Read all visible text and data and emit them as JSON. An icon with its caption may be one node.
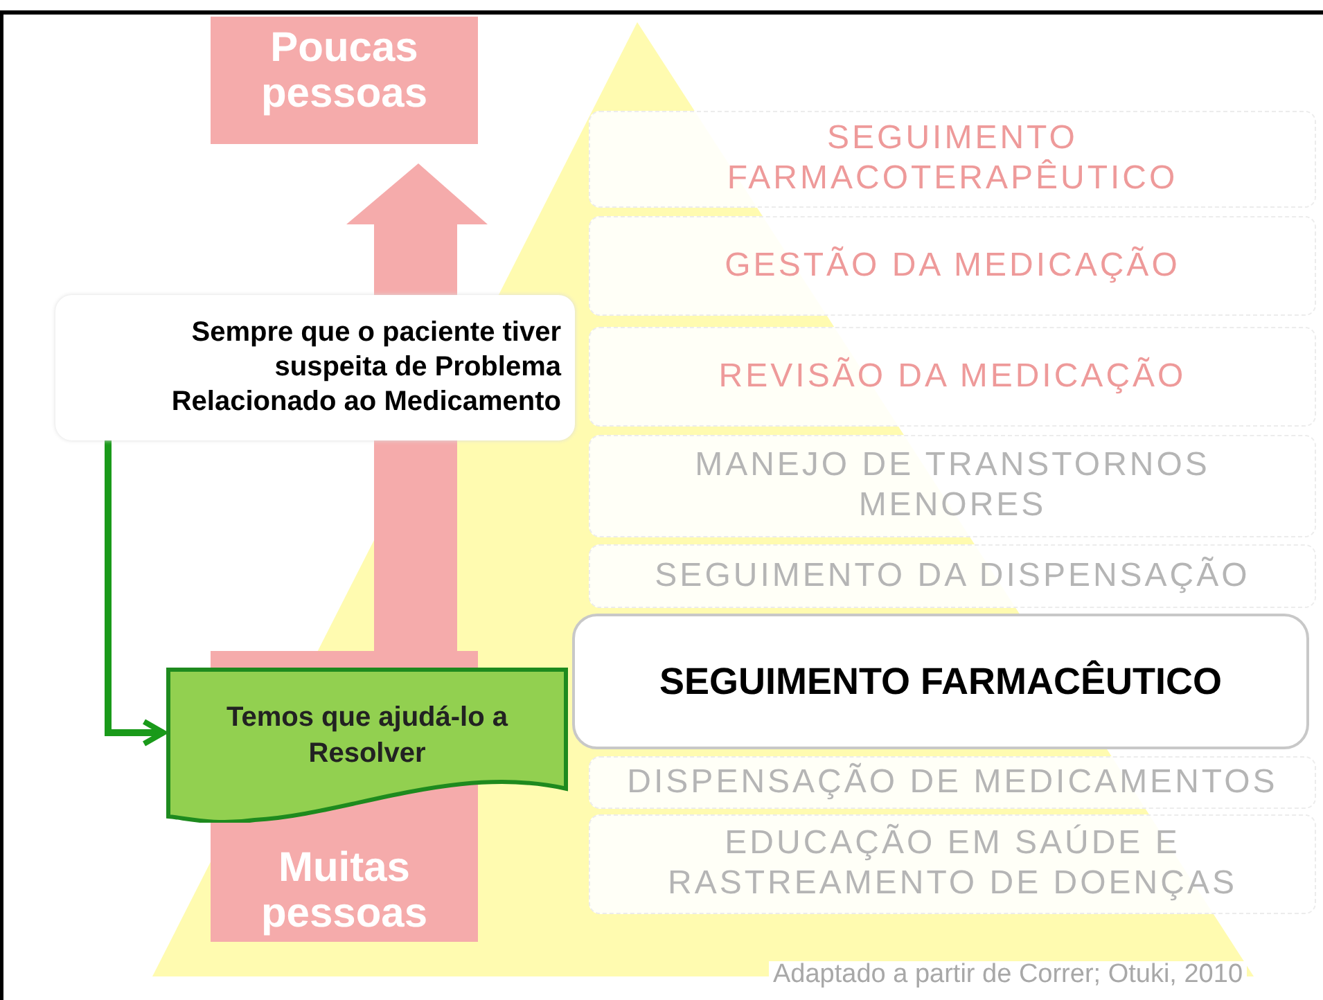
{
  "diagram": {
    "nodes": [
      {
        "text": [
          "Sempre que o paciente tiver suspeita de Problema Relacionado ao Medicamento"
        ]
      },
      {
        "text": [
          "Temos que ajudá-lo a Resolver"
        ]
      },
      {
        "text": [
          "SEGUIMENTO FARMACOTERAPÊUTICO"
        ]
      },
      {
        "text": [
          "GESTÃO DA MEDICAÇÃO"
        ]
      },
      {
        "text": [
          "REVISÃO DA MEDICAÇÃO"
        ]
      },
      {
        "text": [
          "MANEJO DE TRANSTORNOS MENORES"
        ]
      },
      {
        "text": [
          "SEGUIMENTO DA DISPENSAÇÃO"
        ]
      },
      {
        "text": [
          "SEGUIMENTO FARMACÊUTICO"
        ]
      },
      {
        "text": [
          "DISPENSAÇÃO DE MEDICAMENTOS"
        ]
      },
      {
        "text": [
          "EDUCAÇÃO EM SAÚDE E RASTREAMENTO DE DOENÇAS"
        ]
      }
    ],
    "edges": [
      {
        "from": 0,
        "to": 1,
        "arrow": "to"
      }
    ],
    "labels": [
      "Poucas pessoas",
      "Muitas pessoas",
      "Adaptado  a partir de Correr; Otuki, 2010"
    ]
  }
}
